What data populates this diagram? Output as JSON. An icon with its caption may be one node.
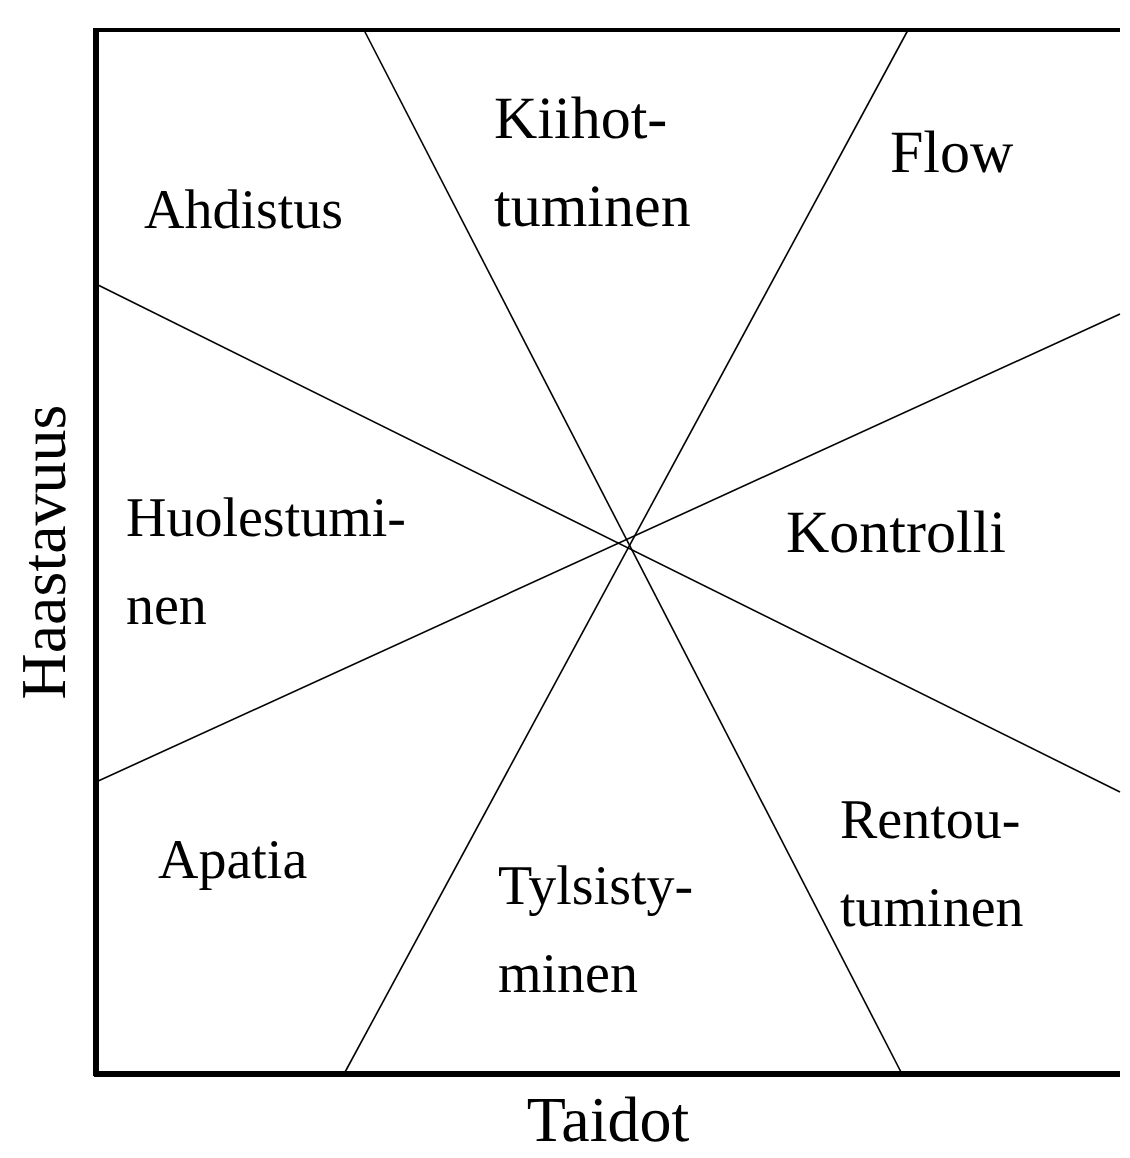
{
  "diagram": {
    "nodes": [
      {
        "text": [
          "Ahdistus"
        ]
      },
      {
        "text": [
          "Kiihot- tuminen"
        ]
      },
      {
        "text": [
          "Flow"
        ]
      },
      {
        "text": [
          "Huolestumi- nen"
        ]
      },
      {
        "text": [
          "Kontrolli"
        ]
      },
      {
        "text": [
          "Apatia"
        ]
      },
      {
        "text": [
          "Tylsisty- minen"
        ]
      },
      {
        "text": [
          "Rentou- tuminen"
        ]
      }
    ],
    "edges": [],
    "labels": [
      "Haastavuus",
      "Taidot"
    ]
  }
}
